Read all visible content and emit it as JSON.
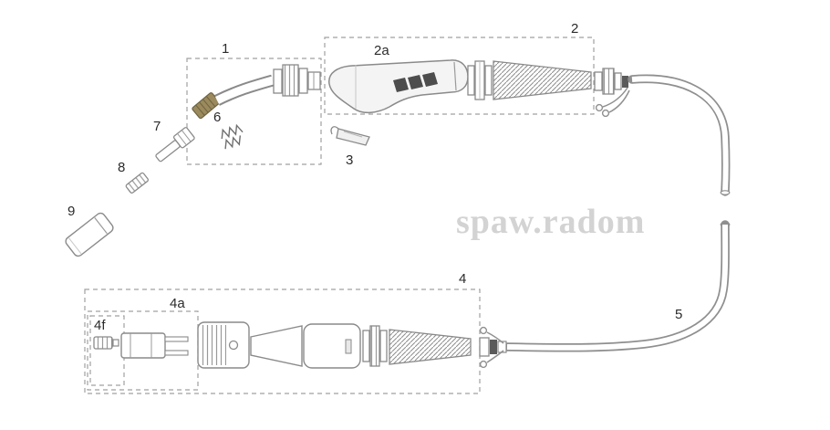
{
  "diagram": {
    "watermark": "spaw.radom",
    "labels": {
      "l1": "1",
      "l2": "2",
      "l2a": "2a",
      "l3": "3",
      "l4": "4",
      "l4a": "4a",
      "l4f": "4f",
      "l5": "5",
      "l6": "6",
      "l7": "7",
      "l8": "8",
      "l9": "9"
    },
    "colors": {
      "outline": "#8a8a8a",
      "dash_box": "#a0a0a0",
      "grip_dark": "#4d4d4d",
      "brass_tip": "#9b8a5c",
      "watermark_text": "#9f9f9f",
      "label_text": "#2b2b2b"
    }
  }
}
